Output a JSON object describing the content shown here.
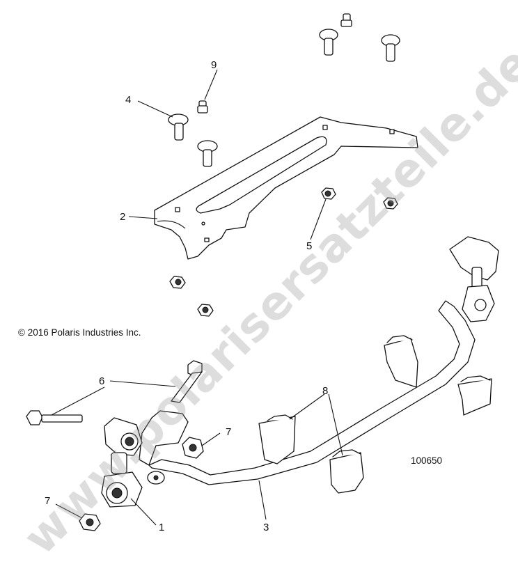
{
  "copyright": "© 2016 Polaris Industries Inc.",
  "diagram_number": "100650",
  "watermark": "www.polarisersatzteile.de",
  "callouts": [
    "1",
    "2",
    "3",
    "4",
    "5",
    "6",
    "7",
    "7",
    "8",
    "9"
  ]
}
